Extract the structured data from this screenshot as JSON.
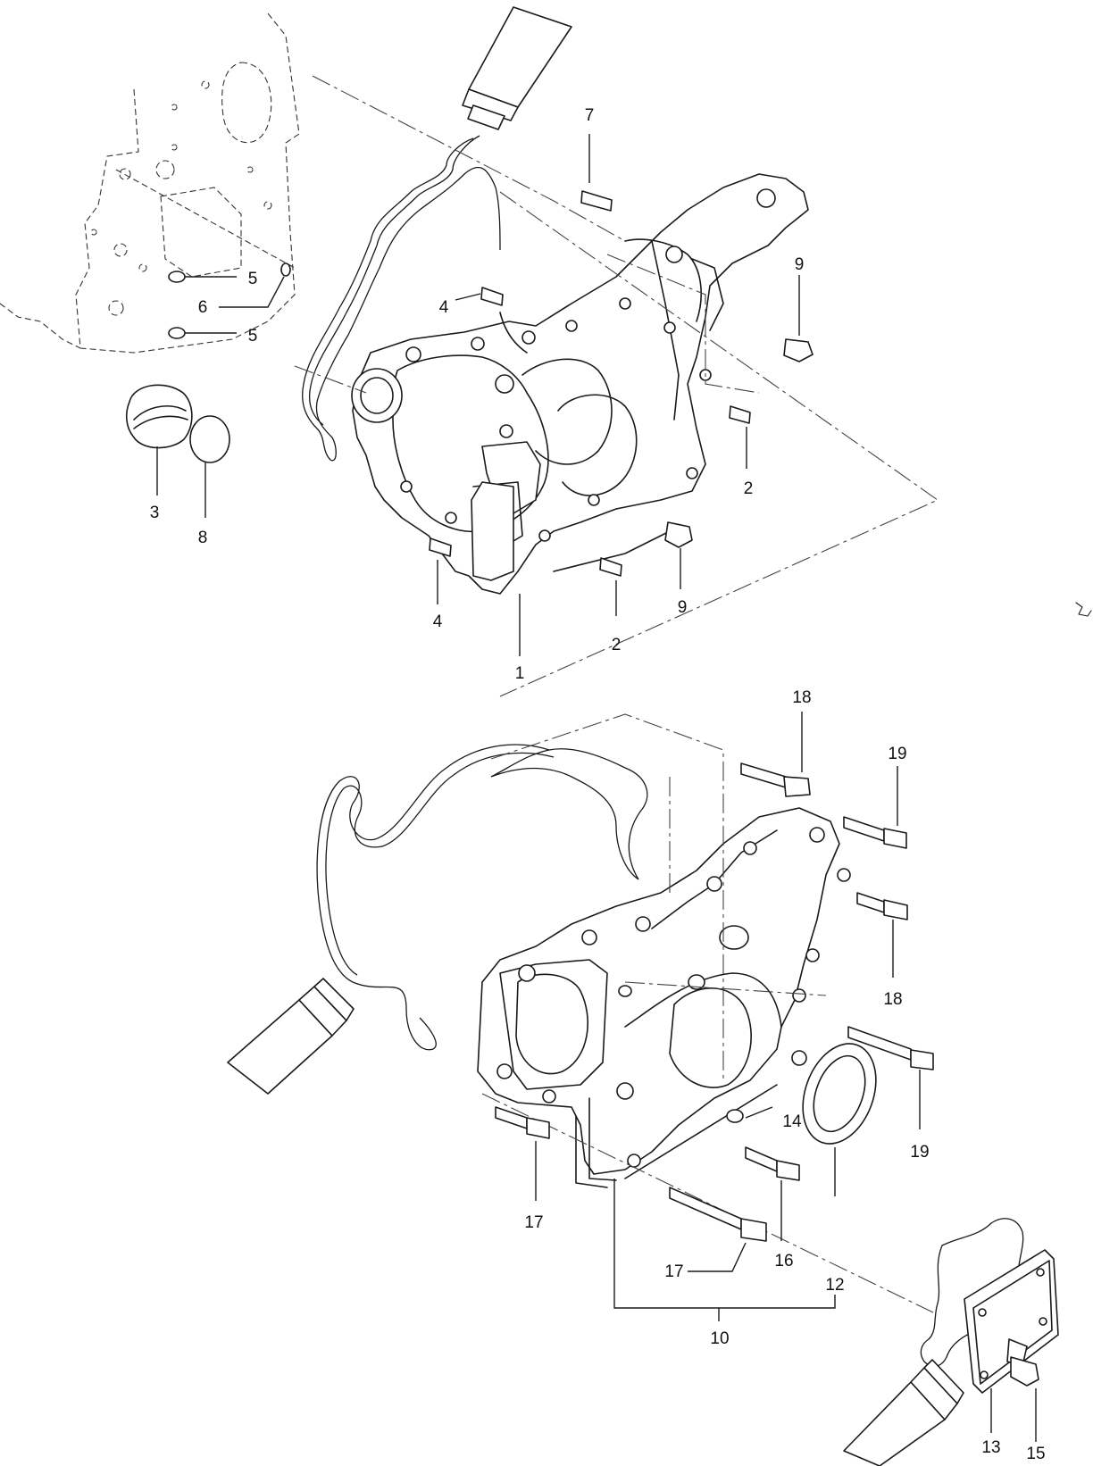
{
  "diagram": {
    "callouts": [
      {
        "id": "c1",
        "label": "1"
      },
      {
        "id": "c2a",
        "label": "2"
      },
      {
        "id": "c2b",
        "label": "2"
      },
      {
        "id": "c3",
        "label": "3"
      },
      {
        "id": "c4a",
        "label": "4"
      },
      {
        "id": "c4b",
        "label": "4"
      },
      {
        "id": "c5a",
        "label": "5"
      },
      {
        "id": "c5b",
        "label": "5"
      },
      {
        "id": "c6",
        "label": "6"
      },
      {
        "id": "c7",
        "label": "7"
      },
      {
        "id": "c8",
        "label": "8"
      },
      {
        "id": "c9a",
        "label": "9"
      },
      {
        "id": "c9b",
        "label": "9"
      },
      {
        "id": "c10",
        "label": "10"
      },
      {
        "id": "c12",
        "label": "12"
      },
      {
        "id": "c13",
        "label": "13"
      },
      {
        "id": "c14",
        "label": "14"
      },
      {
        "id": "c15",
        "label": "15"
      },
      {
        "id": "c16",
        "label": "16"
      },
      {
        "id": "c17a",
        "label": "17"
      },
      {
        "id": "c17b",
        "label": "17"
      },
      {
        "id": "c18a",
        "label": "18"
      },
      {
        "id": "c18b",
        "label": "18"
      },
      {
        "id": "c19a",
        "label": "19"
      },
      {
        "id": "c19b",
        "label": "19"
      }
    ]
  }
}
